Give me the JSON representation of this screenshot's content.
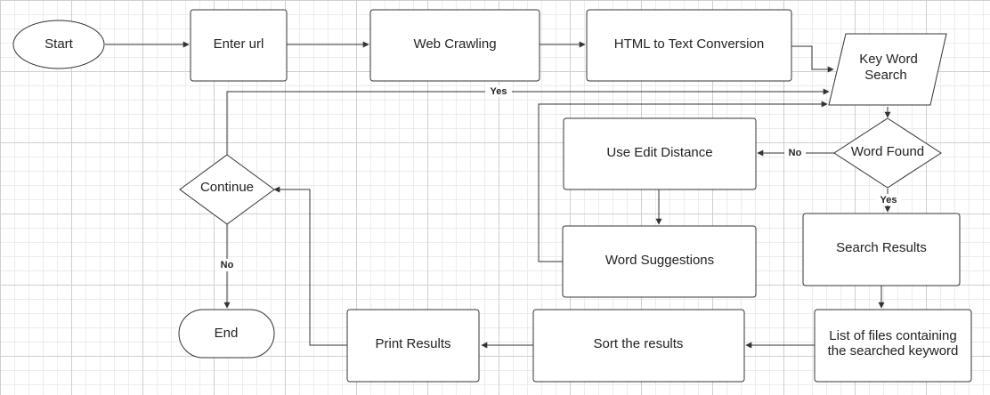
{
  "diagram": {
    "nodes": {
      "start": "Start",
      "enter_url": "Enter url",
      "web_crawling": "Web Crawling",
      "html_to_text": "HTML to Text Conversion",
      "keyword_search_1": "Key  Word",
      "keyword_search_2": "Search",
      "word_found": "Word Found",
      "use_edit_distance": "Use Edit Distance",
      "word_suggestions": "Word Suggestions",
      "search_results": "Search Results",
      "list_of_files_1": "List of files containing",
      "list_of_files_2": "the searched keyword",
      "sort_results": "Sort the results",
      "print_results": "Print Results",
      "continue": "Continue",
      "end": "End"
    },
    "edge_labels": {
      "continue_yes": "Yes",
      "found_no": "No",
      "found_yes": "Yes",
      "continue_no": "No"
    }
  }
}
